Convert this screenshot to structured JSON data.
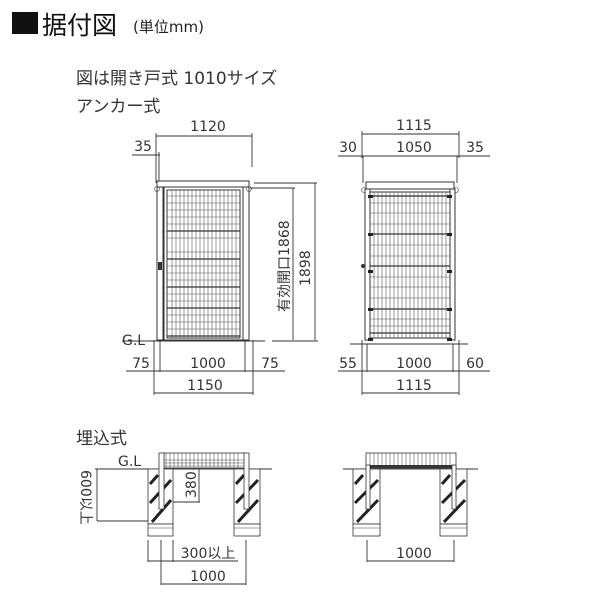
{
  "header": {
    "square": "■",
    "title": "据付図",
    "unit": "(単位mm)"
  },
  "notes": {
    "line1": "図は開き戸式 1010サイズ",
    "line2": "アンカー式"
  },
  "front_view": {
    "top_width": "1120",
    "top_offset": "35",
    "effective_opening": "有効開口1868",
    "height": "1898",
    "ground_label": "G.L",
    "bottom_left": "75",
    "bottom_center": "1000",
    "bottom_right": "75",
    "bottom_total": "1150"
  },
  "side_view": {
    "top_total": "1115",
    "top_left": "30",
    "top_center": "1050",
    "top_right": "35",
    "bottom_left": "55",
    "bottom_center": "1000",
    "bottom_right": "60",
    "bottom_total": "1115"
  },
  "embedded": {
    "title": "埋込式",
    "ground_label": "G.L",
    "depth_min": "600以上",
    "post_depth": "380",
    "foundation_width_min": "300以上",
    "span": "1000",
    "side_span": "1000"
  }
}
